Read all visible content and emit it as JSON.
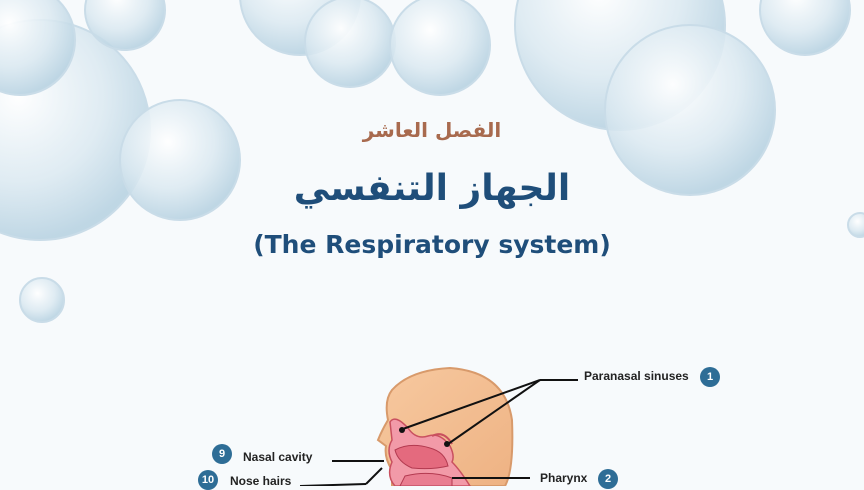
{
  "slide": {
    "chapter": "الفصل العاشر",
    "title_ar": "الجهاز التنفسي",
    "title_en": "(The Respiratory system)"
  },
  "diagram": {
    "labels": [
      {
        "number": "1",
        "text": "Paranasal sinuses"
      },
      {
        "number": "2",
        "text": "Pharynx"
      },
      {
        "number": "9",
        "text": "Nasal cavity"
      },
      {
        "number": "10",
        "text": "Nose hairs"
      }
    ]
  },
  "colors": {
    "title": "#1f4e7a",
    "chapter": "#a86a4e",
    "badge": "#2e6d96"
  }
}
